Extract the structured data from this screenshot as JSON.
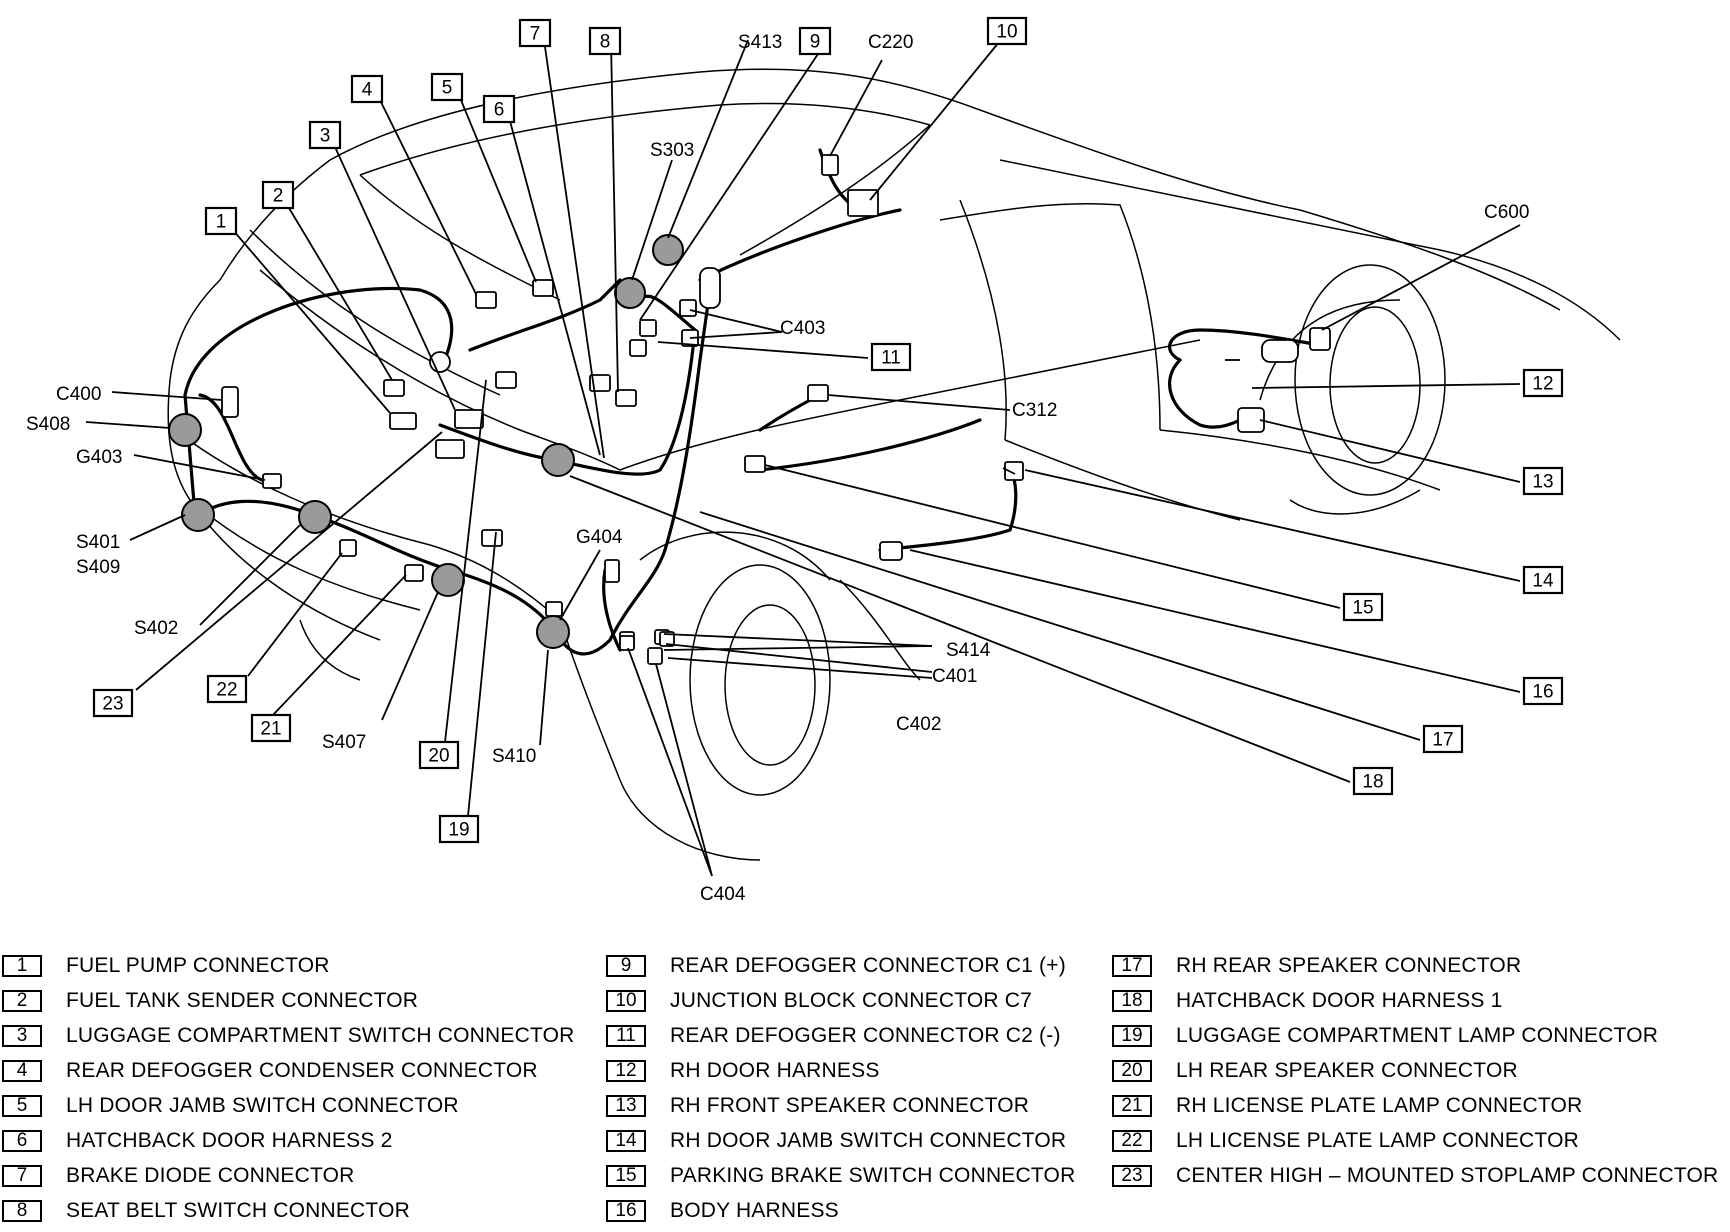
{
  "diagram": {
    "callouts": [
      {
        "id": "callout-1",
        "number": "1"
      },
      {
        "id": "callout-2",
        "number": "2"
      },
      {
        "id": "callout-3",
        "number": "3"
      },
      {
        "id": "callout-4",
        "number": "4"
      },
      {
        "id": "callout-5",
        "number": "5"
      },
      {
        "id": "callout-6",
        "number": "6"
      },
      {
        "id": "callout-7",
        "number": "7"
      },
      {
        "id": "callout-8",
        "number": "8"
      },
      {
        "id": "callout-9",
        "number": "9"
      },
      {
        "id": "callout-10",
        "number": "10"
      },
      {
        "id": "callout-11",
        "number": "11"
      },
      {
        "id": "callout-12",
        "number": "12"
      },
      {
        "id": "callout-13",
        "number": "13"
      },
      {
        "id": "callout-14",
        "number": "14"
      },
      {
        "id": "callout-15",
        "number": "15"
      },
      {
        "id": "callout-16",
        "number": "16"
      },
      {
        "id": "callout-17",
        "number": "17"
      },
      {
        "id": "callout-18",
        "number": "18"
      },
      {
        "id": "callout-19",
        "number": "19"
      },
      {
        "id": "callout-20",
        "number": "20"
      },
      {
        "id": "callout-21",
        "number": "21"
      },
      {
        "id": "callout-22",
        "number": "22"
      },
      {
        "id": "callout-23",
        "number": "23"
      }
    ],
    "references": {
      "S413": "S413",
      "C220": "C220",
      "S303": "S303",
      "C600": "C600",
      "C403": "C403",
      "C400": "C400",
      "S408": "S408",
      "C312": "C312",
      "G403": "G403",
      "S401": "S401",
      "S409": "S409",
      "G404": "G404",
      "S402": "S402",
      "S414": "S414",
      "C401": "C401",
      "C402": "C402",
      "S407": "S407",
      "S410": "S410",
      "C404": "C404"
    }
  },
  "legend": {
    "columns": [
      [
        {
          "number": "1",
          "label": "FUEL PUMP CONNECTOR"
        },
        {
          "number": "2",
          "label": "FUEL TANK SENDER CONNECTOR"
        },
        {
          "number": "3",
          "label": "LUGGAGE COMPARTMENT SWITCH CONNECTOR"
        },
        {
          "number": "4",
          "label": "REAR DEFOGGER CONDENSER CONNECTOR"
        },
        {
          "number": "5",
          "label": "LH DOOR JAMB SWITCH CONNECTOR"
        },
        {
          "number": "6",
          "label": "HATCHBACK DOOR HARNESS 2"
        },
        {
          "number": "7",
          "label": "BRAKE DIODE CONNECTOR"
        },
        {
          "number": "8",
          "label": "SEAT BELT SWITCH CONNECTOR"
        }
      ],
      [
        {
          "number": "9",
          "label": "REAR DEFOGGER CONNECTOR C1 (+)"
        },
        {
          "number": "10",
          "label": "JUNCTION BLOCK CONNECTOR C7"
        },
        {
          "number": "11",
          "label": "REAR DEFOGGER CONNECTOR C2 (-)"
        },
        {
          "number": "12",
          "label": "RH DOOR HARNESS"
        },
        {
          "number": "13",
          "label": "RH FRONT SPEAKER CONNECTOR"
        },
        {
          "number": "14",
          "label": "RH DOOR JAMB SWITCH CONNECTOR"
        },
        {
          "number": "15",
          "label": "PARKING BRAKE SWITCH CONNECTOR"
        },
        {
          "number": "16",
          "label": "BODY HARNESS"
        }
      ],
      [
        {
          "number": "17",
          "label": "RH REAR SPEAKER CONNECTOR"
        },
        {
          "number": "18",
          "label": "HATCHBACK DOOR HARNESS 1"
        },
        {
          "number": "19",
          "label": "LUGGAGE COMPARTMENT LAMP CONNECTOR"
        },
        {
          "number": "20",
          "label": "LH REAR SPEAKER CONNECTOR"
        },
        {
          "number": "21",
          "label": "RH LICENSE PLATE LAMP CONNECTOR"
        },
        {
          "number": "22",
          "label": "LH LICENSE PLATE LAMP CONNECTOR"
        },
        {
          "number": "23",
          "label": "CENTER HIGH – MOUNTED STOPLAMP CONNECTOR"
        }
      ]
    ]
  }
}
